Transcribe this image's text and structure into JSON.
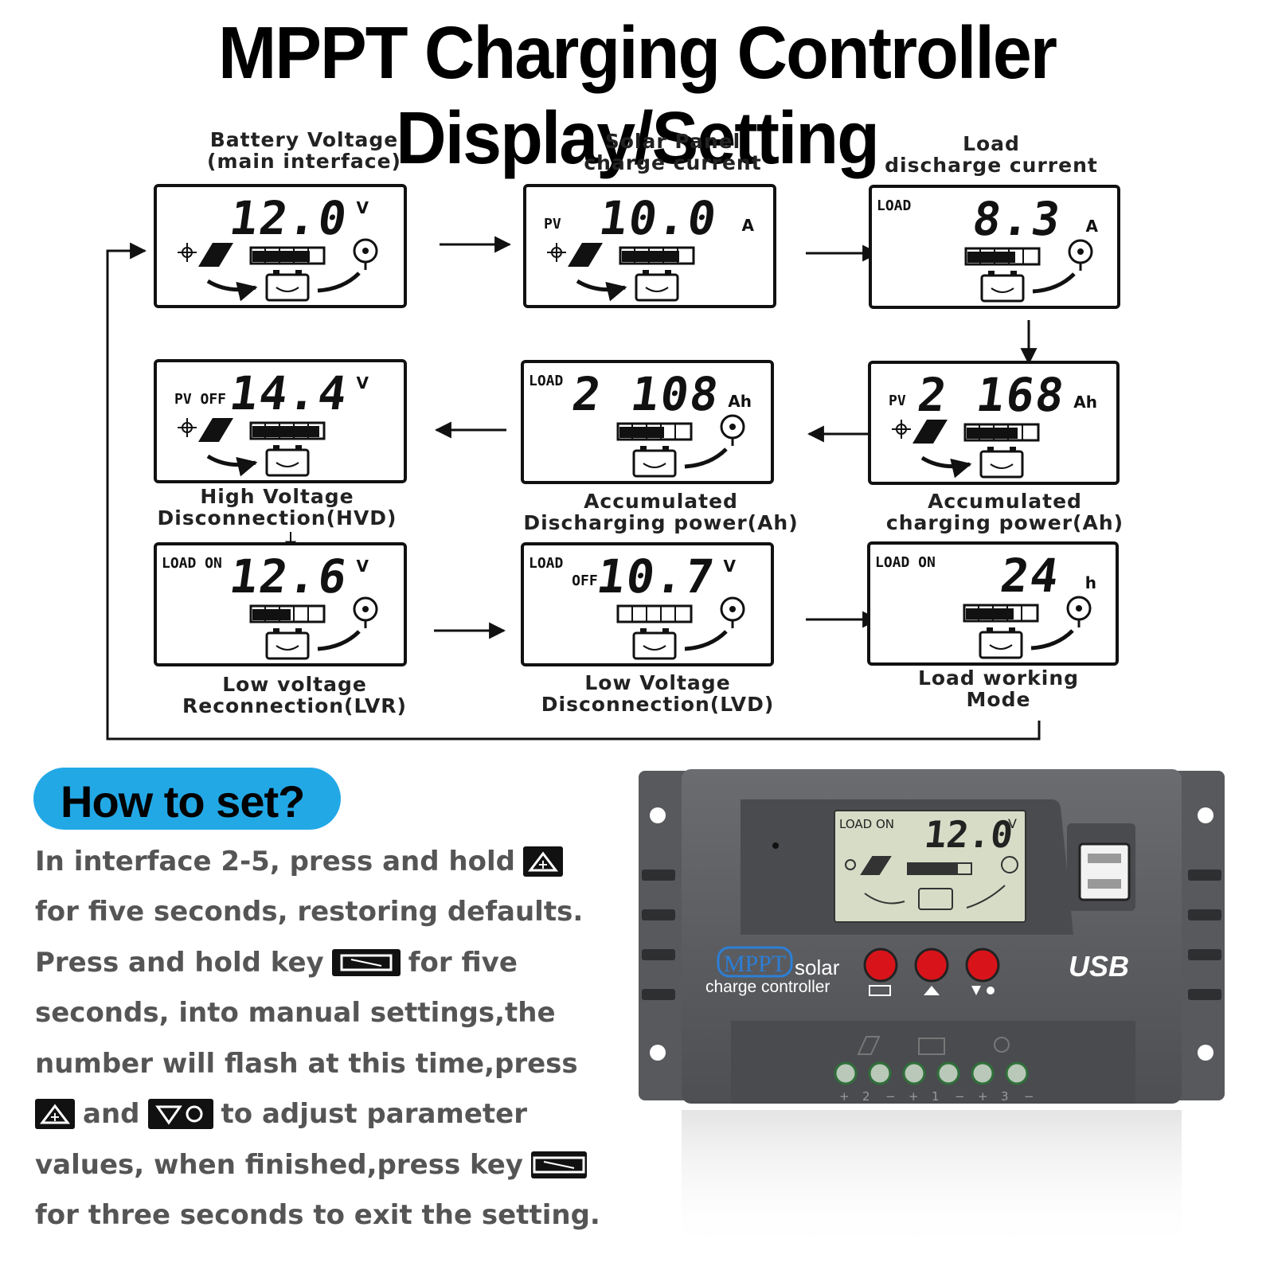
{
  "title": "MPPT Charging Controller Display/Setting",
  "panels": [
    {
      "id": "battery",
      "caption1": "Battery Voltage",
      "caption2": "(main interface)",
      "tag": "",
      "value": "12.0",
      "unit": "V"
    },
    {
      "id": "pv-current",
      "caption1": "Solar Panel",
      "caption2": "charge current",
      "tag": "PV",
      "value": "10.0",
      "unit": "A"
    },
    {
      "id": "load-current",
      "caption1": "Load",
      "caption2": "discharge current",
      "tag": "LOAD",
      "value": "8.3",
      "unit": "A"
    },
    {
      "id": "hvd",
      "caption1": "High Voltage",
      "caption2": "Disconnection(HVD)",
      "tag": "PV OFF",
      "value": "14.4",
      "unit": "V"
    },
    {
      "id": "acc-discharge",
      "caption1": "Accumulated",
      "caption2": "Discharging power(Ah)",
      "tag": "LOAD",
      "value": "2 108",
      "unit": "Ah"
    },
    {
      "id": "acc-charge",
      "caption1": "Accumulated",
      "caption2": "charging power(Ah)",
      "tag": "PV",
      "value": "2 168",
      "unit": "Ah"
    },
    {
      "id": "lvr",
      "caption1": "Low voltage",
      "caption2": "Reconnection(LVR)",
      "tag": "LOAD ON",
      "value": "12.6",
      "unit": "V"
    },
    {
      "id": "lvd",
      "caption1": "Low Voltage",
      "caption2": "Disconnection(LVD)",
      "tag": "LOAD\n     OFF",
      "value": "10.7",
      "unit": "V"
    },
    {
      "id": "load-mode",
      "caption1": "Load working",
      "caption2": "Mode",
      "tag": "LOAD ON",
      "value": "24",
      "unit": "h"
    }
  ],
  "setup": {
    "title": "How to set?",
    "lines": [
      {
        "parts": [
          "In interface 2-5, press and hold"
        ],
        "key_after": "up"
      },
      {
        "parts": [
          "for five seconds, restoring defaults."
        ]
      },
      {
        "parts": [
          "Press and hold key",
          "for five"
        ],
        "key_mid": "set"
      },
      {
        "parts": [
          "seconds, into manual settings,the"
        ]
      },
      {
        "parts": [
          "number will flash at this time,press"
        ]
      },
      {
        "parts": [
          "and",
          "to adjust parameter"
        ],
        "key_before": "up",
        "key_mid": "down"
      },
      {
        "parts": [
          "values, when finished,press key"
        ],
        "key_after": "set"
      },
      {
        "parts": [
          "for three seconds to exit the setting."
        ]
      }
    ]
  },
  "device": {
    "screen_tag": "LOAD ON",
    "screen_value": "12.0",
    "screen_unit": "V",
    "brand": "MPPT",
    "brand_suffix": "solar",
    "brand_line2": "charge controller",
    "usb_label": "USB",
    "terminal_labels": [
      "+",
      "2",
      "−",
      "+",
      "1",
      "−",
      "+",
      "3",
      "−"
    ],
    "body_color": "#5a5b5e",
    "screen_color": "#d6dcc6",
    "button_color": "#d8141a"
  }
}
